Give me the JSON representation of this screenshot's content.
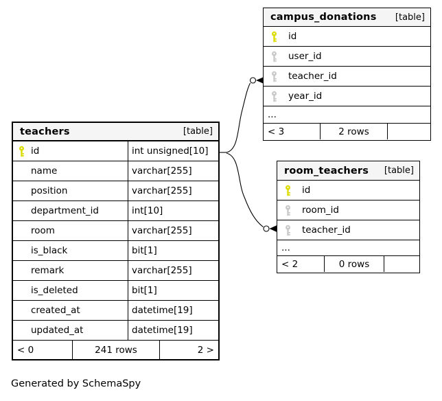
{
  "note": "Generated by SchemaSpy",
  "colors": {
    "pk_key": "#dcdc00",
    "fk_key": "#c9c9c9",
    "header_bg": "#f5f5f5",
    "line": "#000000"
  },
  "tables": [
    {
      "name": "teachers",
      "tag": "[table]",
      "columns": [
        {
          "name": "id",
          "type": "int unsigned[10]",
          "key": "pk"
        },
        {
          "name": "name",
          "type": "varchar[255]",
          "key": ""
        },
        {
          "name": "position",
          "type": "varchar[255]",
          "key": ""
        },
        {
          "name": "department_id",
          "type": "int[10]",
          "key": ""
        },
        {
          "name": "room",
          "type": "varchar[255]",
          "key": ""
        },
        {
          "name": "is_black",
          "type": "bit[1]",
          "key": ""
        },
        {
          "name": "remark",
          "type": "varchar[255]",
          "key": ""
        },
        {
          "name": "is_deleted",
          "type": "bit[1]",
          "key": ""
        },
        {
          "name": "created_at",
          "type": "datetime[19]",
          "key": ""
        },
        {
          "name": "updated_at",
          "type": "datetime[19]",
          "key": ""
        }
      ],
      "ellipsis": "",
      "footer": {
        "left": "< 0",
        "center": "241 rows",
        "right": "2 >"
      }
    },
    {
      "name": "campus_donations",
      "tag": "[table]",
      "columns": [
        {
          "name": "id",
          "type": "",
          "key": "pk"
        },
        {
          "name": "user_id",
          "type": "",
          "key": "fk"
        },
        {
          "name": "teacher_id",
          "type": "",
          "key": "fk"
        },
        {
          "name": "year_id",
          "type": "",
          "key": "fk"
        }
      ],
      "ellipsis": "...",
      "footer": {
        "left": "< 3",
        "center": "2 rows",
        "right": ""
      }
    },
    {
      "name": "room_teachers",
      "tag": "[table]",
      "columns": [
        {
          "name": "id",
          "type": "",
          "key": "pk"
        },
        {
          "name": "room_id",
          "type": "",
          "key": "fk"
        },
        {
          "name": "teacher_id",
          "type": "",
          "key": "fk"
        }
      ],
      "ellipsis": "...",
      "footer": {
        "left": "< 2",
        "center": "0 rows",
        "right": ""
      }
    }
  ],
  "relationships": [
    {
      "from": "teachers.id",
      "to": "campus_donations.teacher_id"
    },
    {
      "from": "teachers.id",
      "to": "room_teachers.teacher_id"
    }
  ]
}
